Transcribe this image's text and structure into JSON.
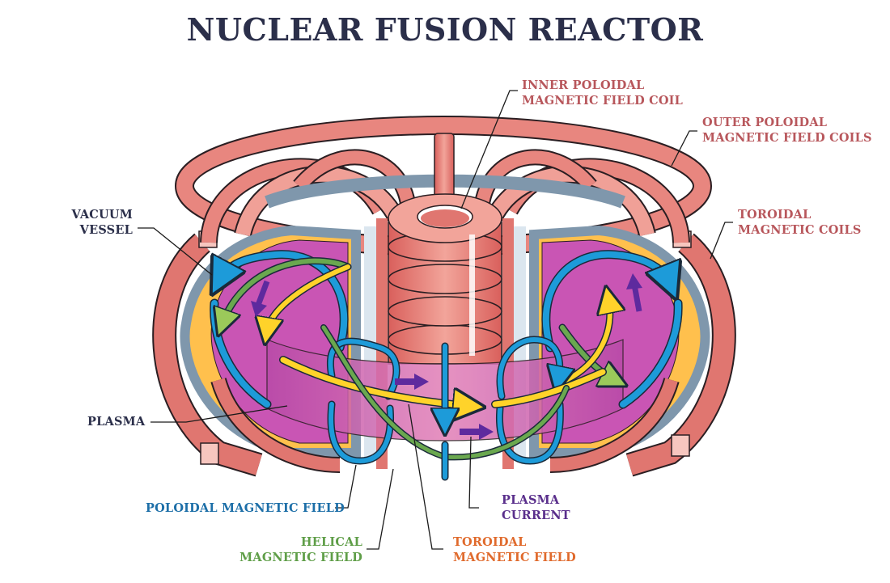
{
  "title": "NUCLEAR FUSION REACTOR",
  "colors": {
    "title": "#2b2f4a",
    "coil_label": "#b8575c",
    "poloidal_field": "#1d9bd9",
    "helical_field": "#6aa84f",
    "toroidal_field": "#ffd32a",
    "plasma_current": "#5e2a9e",
    "plasma": "#c955b4",
    "coil": "#e8867f",
    "vacuum_vessel": "#7f97ac",
    "blanket": "#ffc04d"
  },
  "labels": {
    "inner_poloidal_coil": [
      "INNER POLOIDAL",
      "MAGNETIC FIELD COIL"
    ],
    "outer_poloidal_coils": [
      "OUTER POLOIDAL",
      "MAGNETIC FIELD COILS"
    ],
    "toroidal_coils": [
      "TOROIDAL",
      "MAGNETIC COILS"
    ],
    "vacuum_vessel": [
      "VACUUM",
      "VESSEL"
    ],
    "plasma": [
      "PLASMA"
    ],
    "poloidal_field": [
      "POLOIDAL MAGNETIC FIELD"
    ],
    "helical_field": [
      "HELICAL",
      "MAGNETIC FIELD"
    ],
    "toroidal_field": [
      "TOROIDAL",
      "MAGNETIC FIELD"
    ],
    "plasma_current": [
      "PLASMA",
      "CURRENT"
    ]
  }
}
